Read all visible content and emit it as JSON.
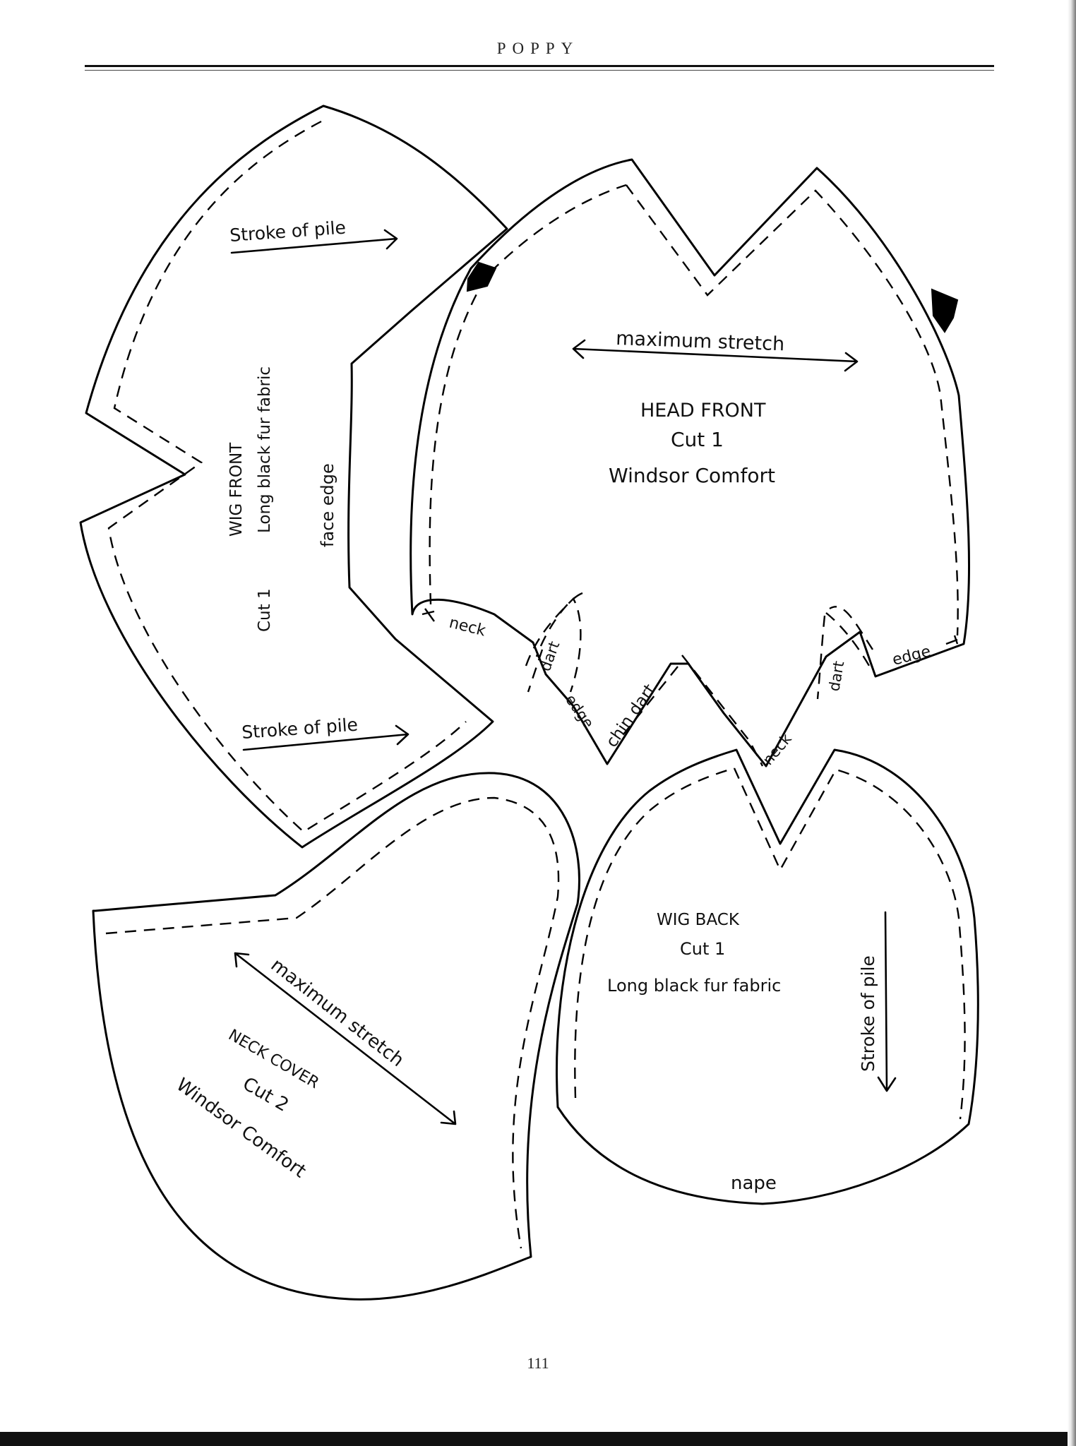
{
  "header": {
    "running_head": "POPPY"
  },
  "footer": {
    "page_number": "111"
  },
  "pieces": {
    "wig_front": {
      "title": "WIG FRONT",
      "cut": "Cut 1",
      "fabric": "Long black fur fabric",
      "edge_label": "face edge",
      "pile_top": "Stroke of pile",
      "pile_bottom": "Stroke of pile"
    },
    "head_front": {
      "title": "HEAD FRONT",
      "cut": "Cut 1",
      "fabric": "Windsor Comfort",
      "stretch": "maximum stretch",
      "neck_left": "neck",
      "dart_left": "dart",
      "edge_left": "edge",
      "chin_dart": "chin dart",
      "neck_right": "neck",
      "dart_right": "dart",
      "edge_right": "edge"
    },
    "neck_cover": {
      "title": "NECK COVER",
      "cut": "Cut 2",
      "fabric": "Windsor Comfort",
      "stretch": "maximum stretch"
    },
    "wig_back": {
      "title": "WIG BACK",
      "cut": "Cut 1",
      "fabric": "Long black fur fabric",
      "pile": "Stroke of pile",
      "nape": "nape"
    }
  }
}
